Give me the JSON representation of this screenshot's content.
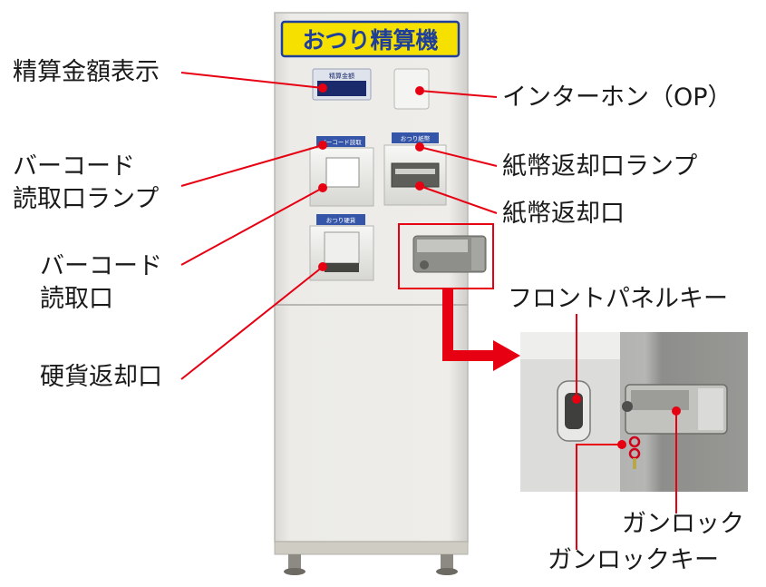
{
  "machine": {
    "title": "おつり精算機",
    "display_label": "精算金額",
    "barcode_slot_label": "バーコード読取",
    "bill_slot_label": "おつり紙幣",
    "coin_slot_label": "おつり硬貨"
  },
  "labels": {
    "amount_display": "精算金額表示",
    "intercom": "インターホン（OP）",
    "barcode_lamp": [
      "バーコード",
      "読取口ランプ"
    ],
    "bill_return_lamp": "紙幣返却口ランプ",
    "bill_return": "紙幣返却口",
    "barcode_reader": [
      "バーコード",
      "読取口"
    ],
    "front_panel_key": "フロントパネルキー",
    "coin_return": "硬貨返却口",
    "gun_lock": "ガンロック",
    "gun_lock_key": "ガンロックキー"
  },
  "colors": {
    "pointer": "#e60012",
    "title_bg": "#f6e000",
    "title_text": "#1f3f9a",
    "body": "#e9e8e4",
    "display_bg": "#1b2a6b"
  }
}
